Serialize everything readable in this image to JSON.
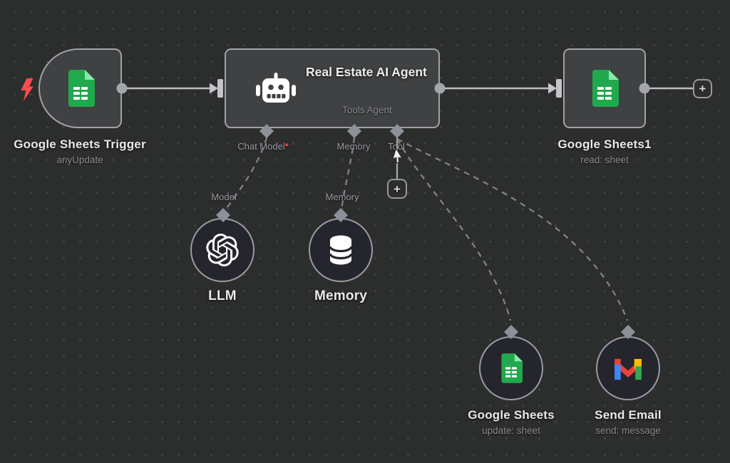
{
  "canvas": {
    "background": "#2c2d2d",
    "dot_color": "#414242",
    "node_fill": "#3f4142",
    "circle_node_fill": "#25252d",
    "node_border": "#a2a3a8",
    "wire_color": "#bcbdc2",
    "dashed_wire_color": "#84858c",
    "port_diamond_color": "#8e9099",
    "title_color": "#e8e9eb",
    "subtitle_color": "#8a8b90",
    "required_color": "#ff4d4f",
    "trigger_bolt_color": "#ff4d4f",
    "sheets_green": "#21a94d",
    "gmail_red": "#ea4335",
    "gmail_blue": "#4285f4",
    "gmail_yellow": "#fbbc04",
    "gmail_green": "#34a853"
  },
  "icons": {
    "trigger_indicator": "lightning-bolt",
    "trigger_node": "google-sheets",
    "agent_node": "robot",
    "sheets_read_node": "google-sheets",
    "llm_node": "openai",
    "memory_node": "database",
    "sheets_update_node": "google-sheets",
    "send_email_node": "gmail",
    "add": "plus",
    "pointer": "mouse-cursor"
  },
  "nodes": {
    "trigger": {
      "title": "Google Sheets Trigger",
      "subtitle": "anyUpdate"
    },
    "agent": {
      "title": "Real Estate AI Agent",
      "subtitle": "Tools Agent",
      "ports": {
        "chat_model": {
          "label": "Chat Model",
          "required_mark": "*"
        },
        "memory": {
          "label": "Memory"
        },
        "tool": {
          "label": "Tool"
        }
      }
    },
    "sheets_read": {
      "title": "Google Sheets1",
      "subtitle": "read: sheet"
    },
    "llm": {
      "input_label": "Model",
      "title": "LLM"
    },
    "memory": {
      "input_label": "Memory",
      "title": "Memory"
    },
    "sheets_update": {
      "title": "Google Sheets",
      "subtitle": "update: sheet"
    },
    "send_email": {
      "title": "Send Email",
      "subtitle": "send: message"
    }
  },
  "buttons": {
    "add_node": "+",
    "add_tool": "+"
  }
}
